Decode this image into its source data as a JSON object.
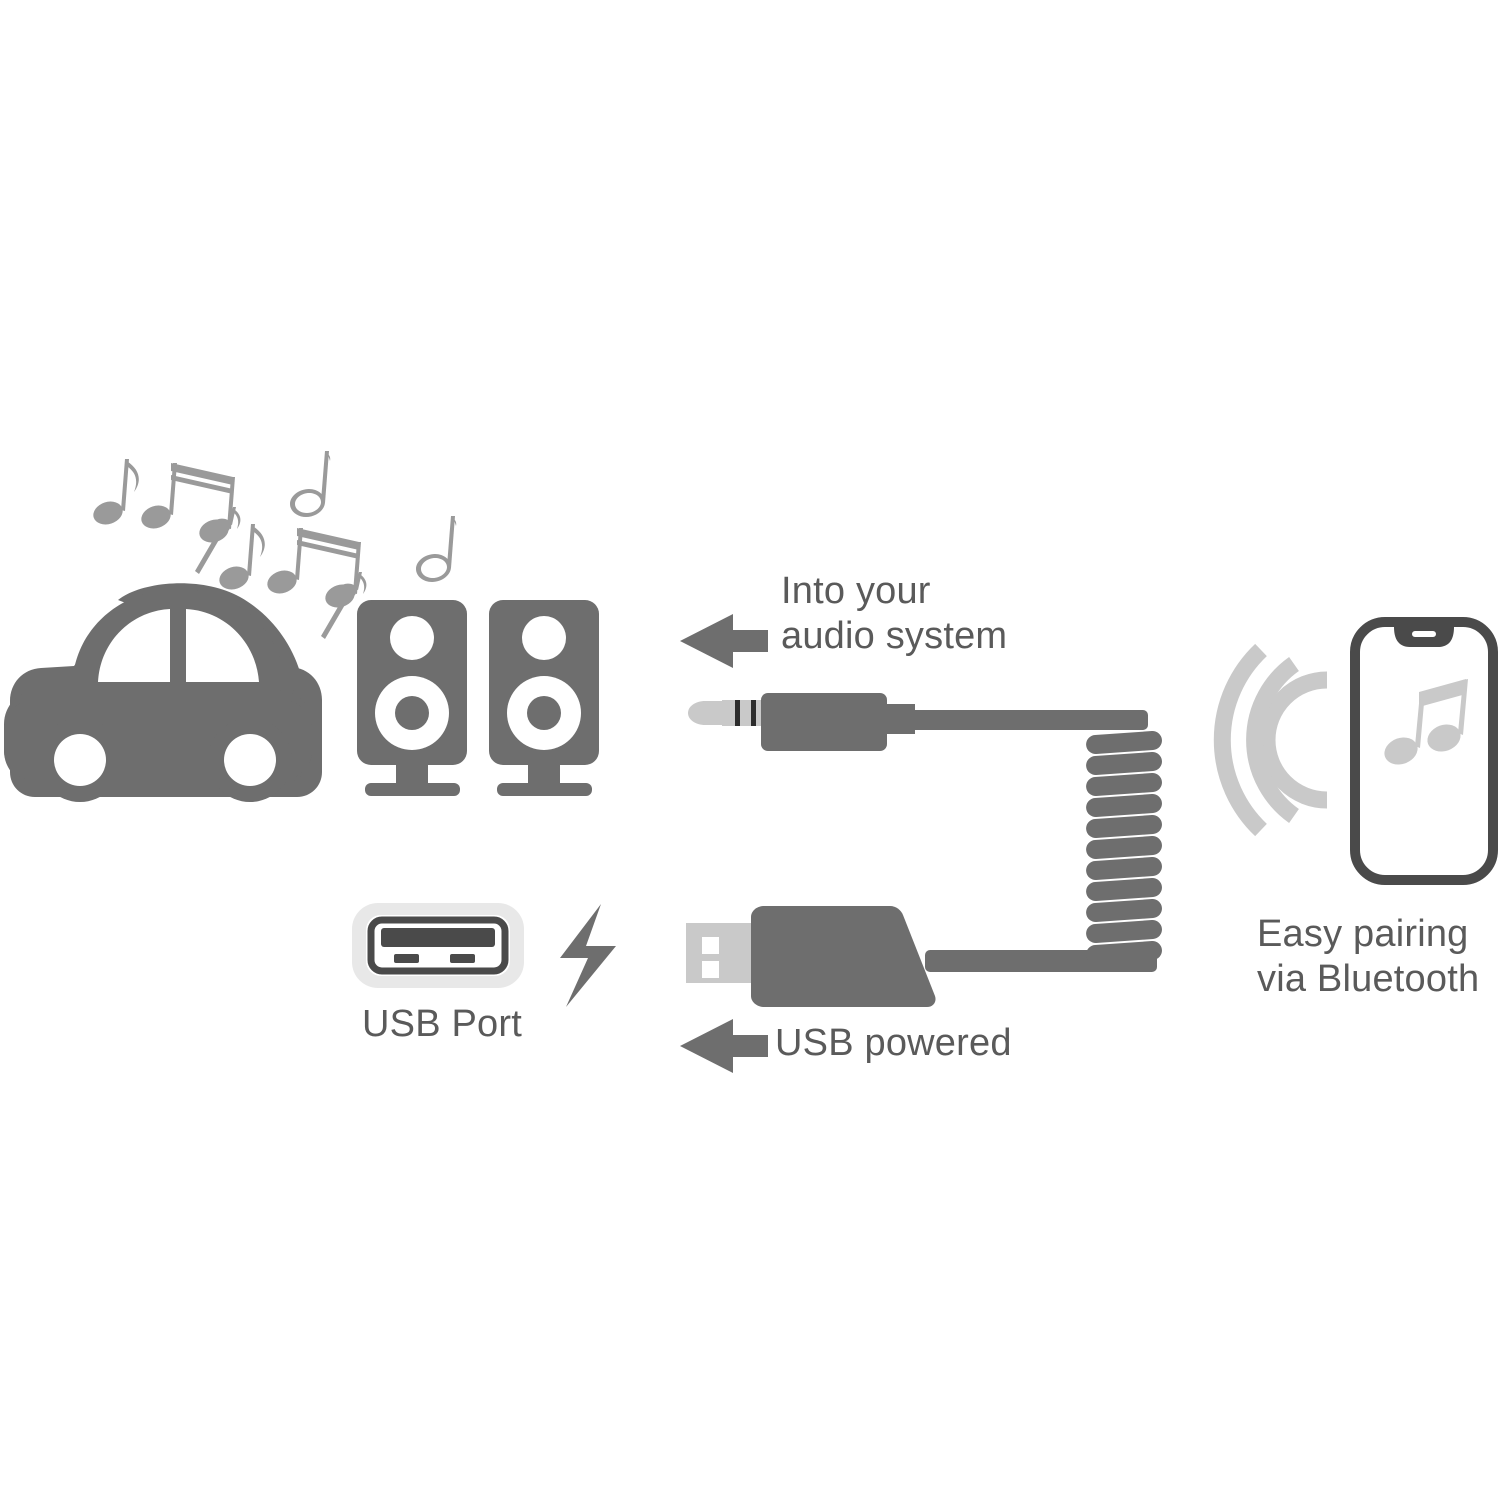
{
  "diagram": {
    "title": "Bluetooth AUX car audio receiver connection diagram",
    "background_color": "#ffffff"
  },
  "colors": {
    "mid_gray": "#6e6e6e",
    "dark_gray": "#4a4a4a",
    "light_gray": "#c9c9c9",
    "pale_gray": "#e8e8e8",
    "text_gray": "#5a5a5a",
    "white": "#ffffff"
  },
  "labels": {
    "audio_system": "Into your\naudio system",
    "usb_powered": "USB powered",
    "usb_port": "USB Port",
    "bluetooth": "Easy pairing\nvia Bluetooth"
  },
  "icons": {
    "car": "car-icon",
    "music_notes": "music-notes-icon",
    "speakers": "speaker-pair-icon",
    "usb_port": "usb-port-icon",
    "lightning": "lightning-bolt-icon",
    "audio_jack": "audio-jack-plug-icon",
    "usb_plug": "usb-a-plug-icon",
    "coiled_cable": "coiled-cable-icon",
    "phone": "smartphone-icon",
    "phone_note": "music-note-icon",
    "signal_waves": "bluetooth-signal-waves-icon",
    "arrow_audio": "arrow-left-icon",
    "arrow_usb": "arrow-left-icon"
  }
}
